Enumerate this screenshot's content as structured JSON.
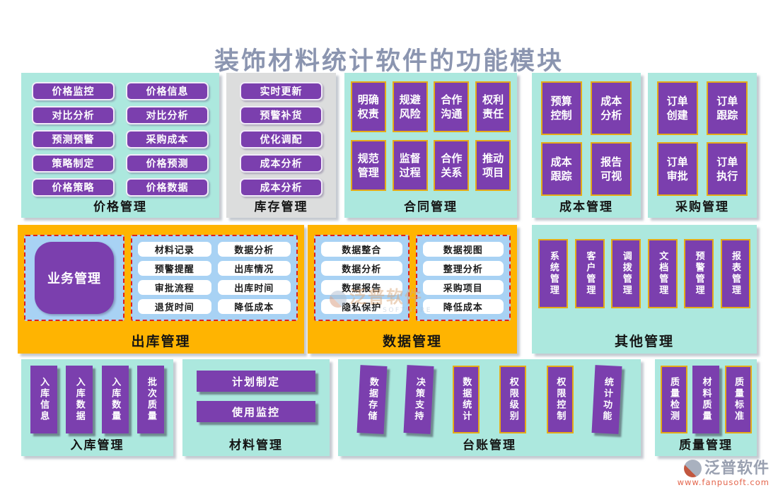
{
  "title": "装饰材料统计软件的功能模块",
  "colors": {
    "panel_teal": "#ace8de",
    "panel_gray": "#dcdddd",
    "panel_orange": "#ffb401",
    "button_purple": "#7b3fae",
    "inner_blue": "#a8d2f4",
    "dashed_red": "#dd1f1f",
    "gold_border": "#e6ab17",
    "title_color": "#8b95b0"
  },
  "panels": {
    "price": {
      "label": "价格管理",
      "buttons": [
        "价格监控",
        "对比分析",
        "预测预警",
        "策略制定",
        "价格策略",
        "价格信息",
        "对比分析",
        "采购成本",
        "价格预测",
        "价格数据"
      ]
    },
    "inventory": {
      "label": "库存管理",
      "buttons": [
        "实时更新",
        "预警补货",
        "优化调配",
        "成本分析",
        "成本分析"
      ]
    },
    "contract": {
      "label": "合同管理",
      "buttons": [
        "明确权责",
        "规避风险",
        "合作沟通",
        "权利责任",
        "规范管理",
        "监督过程",
        "合作关系",
        "推动项目"
      ]
    },
    "cost": {
      "label": "成本管理",
      "buttons": [
        "预算控制",
        "成本分析",
        "成本跟踪",
        "报告可视"
      ]
    },
    "purchase": {
      "label": "采购管理",
      "buttons": [
        "订单创建",
        "订单跟踪",
        "订单审批",
        "订单执行"
      ]
    },
    "outbound": {
      "label": "出库管理",
      "hub": "业务管理",
      "buttons": [
        "材料记录",
        "预警提醒",
        "审批流程",
        "退货时间",
        "数据分析",
        "出库情况",
        "出库时间",
        "降低成本"
      ]
    },
    "data": {
      "label": "数据管理",
      "left_buttons": [
        "数据整合",
        "数据分析",
        "数据报告",
        "隐私保护"
      ],
      "right_buttons": [
        "数据视图",
        "整理分析",
        "采购项目",
        "降低成本"
      ]
    },
    "other": {
      "label": "其他管理",
      "buttons": [
        "系统管理",
        "客户管理",
        "调拨管理",
        "文档管理",
        "预警管理",
        "报表管理"
      ]
    },
    "inbound": {
      "label": "入库管理",
      "buttons": [
        "入库信息",
        "入库数据",
        "入库数量",
        "批次质量"
      ]
    },
    "material": {
      "label": "材料管理",
      "buttons": [
        "计划制定",
        "使用监控"
      ]
    },
    "ledger": {
      "label": "台账管理",
      "buttons": [
        "数据存储",
        "决策支持",
        "数据统计",
        "权限级别",
        "权限控制",
        "统计功能"
      ]
    },
    "quality": {
      "label": "质量管理",
      "buttons": [
        "质量检测",
        "材料质量",
        "质量标准"
      ]
    }
  },
  "watermark": {
    "text": "泛普软件",
    "subtext": "FANPU SOFTWARE"
  },
  "logo": {
    "brand": "泛普软件",
    "url": "www.fanpusoft.com"
  }
}
